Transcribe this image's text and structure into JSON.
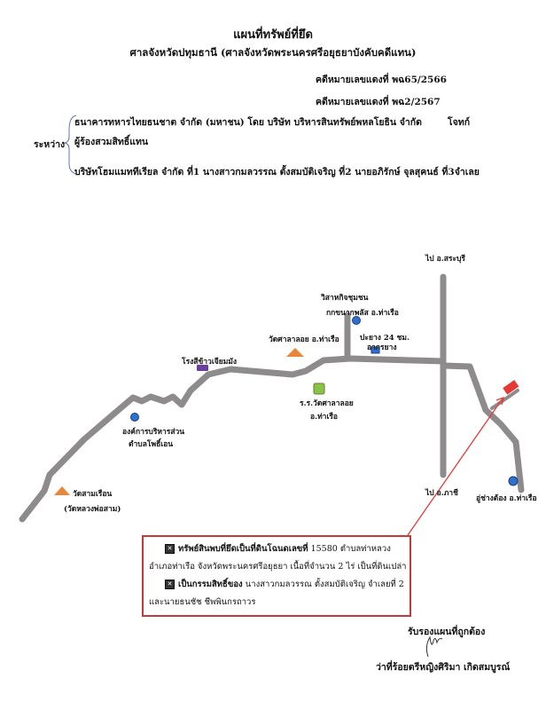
{
  "header": {
    "title": "แผนที่ทรัพย์ที่ยึด",
    "court": "ศาลจังหวัดปทุมธานี (ศาลจังหวัดพระนครศรีอยุธยาบังคับคดีแทน)",
    "case_1": "คดีหมายเลขแดงที่  พฉ65/2566",
    "case_2": "คดีหมายเลขแดงที่  พฉ2/2567"
  },
  "parties": {
    "between_label": "ระหว่าง",
    "plaintiff": "ธนาคารทหารไทยธนชาต จำกัด (มหาชน) โดย บริษัท บริหารสินทรัพย์พหลโยธิน จำกัด",
    "plaintiff_role": "โจทก์",
    "substitute": "ผู้ร้องสวมสิทธิ์แทน",
    "defendants": "บริษัทโฮมแมททีเรียล จำกัด ที่1 นางสาวกมลวรรณ ตั้งสมบัติเจริญ ที่2 นายอภิรักษ์ จุลสุคนธ์ ที่3จำเลย"
  },
  "map": {
    "to_saraburi": "ไป อ.สระบุรี",
    "to_tha_rua_office_1": "วิสาหกิจชุมชน",
    "to_tha_rua_office_2": "กกขนากพลัส อ.ท่าเรือ",
    "rubber_1": "ปะยาง 24 ชม.",
    "rubber_2": "อากรยาง",
    "temple_sala_loi": "วัดศาลาลอย อ.ท่าเรือ",
    "rice_mill": "โรงสีข้าวเจียมมัง",
    "school_1": "ร.ร.วัดศาลาลอย",
    "school_2": "อ.ท่าเรือ",
    "sao_office_1": "องค์การบริหารส่วน",
    "sao_office_2": "ตำบลโพธิ์เอน",
    "temple_sam_ruean_1": "วัดสามเรือน",
    "temple_sam_ruean_2": "(วัดหลวงพ่อสาม)",
    "to_lopburi": "ไป อ.ภาชี",
    "garage": "อู่ช่างต้อง อ.ท่าเรือ",
    "road_color": "#8e8b8d",
    "marker_color": "#e53935"
  },
  "note": {
    "line1_bold": "ทรัพย์สินพบที่ยึดเป็นที่ดินโฉนดเลขที่",
    "line1_rest": "15580  ตำบลท่าหลวง",
    "line2": "อำเภอท่าเรือ  จังหวัดพระนครศรีอยุธยา เนื้อที่จำนวน 2 ไร่  เป็นที่ดินเปล่า",
    "line3_bold": "เป็นกรรมสิทธิ์ของ",
    "line3_rest": "นางสาวกมลวรรณ ตั้งสมบัติเจริญ จำเลยที่ 2",
    "line4": "และนายธนชัช ชีพพินกรถาวร"
  },
  "certification": {
    "label": "รับรองแผนที่ถูกต้อง",
    "signer": "ว่าที่ร้อยตรีหญิงศิริมา เกิดสมบูรณ์"
  }
}
